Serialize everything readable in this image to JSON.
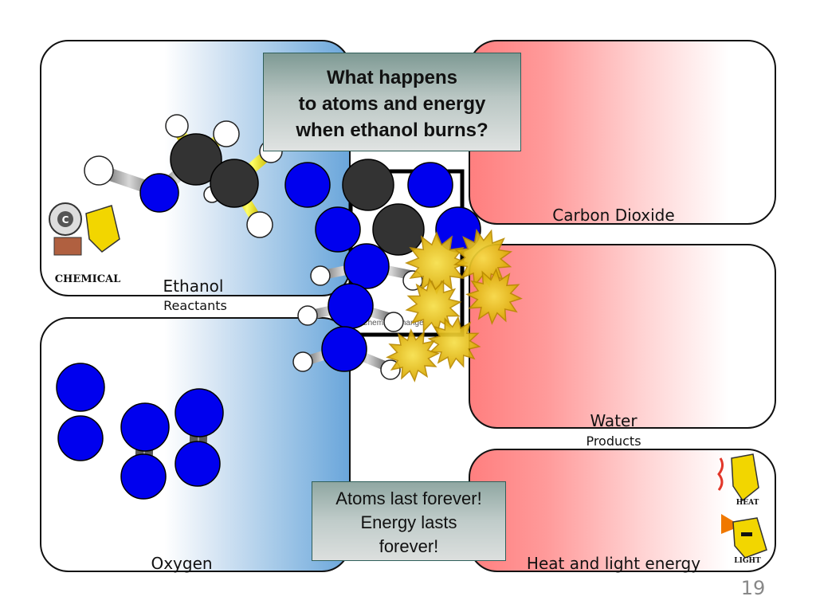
{
  "title": "What happens to atoms and energy when ethanol burns?",
  "title_lines": [
    "What happens",
    "to atoms and energy",
    "when ethanol burns?"
  ],
  "panels": {
    "ethanol": {
      "label": "Ethanol"
    },
    "oxygen": {
      "label": "Oxygen"
    },
    "carbon_dioxide": {
      "label": "Carbon Dioxide"
    },
    "water": {
      "label": "Water"
    },
    "energy": {
      "label": "Heat and light energy"
    }
  },
  "group_labels": {
    "reactants": "Reactants",
    "products": "Products"
  },
  "conservation_lines": [
    "Atoms last forever!",
    "Energy lasts",
    "forever!"
  ],
  "center_box_text": "Chemical change",
  "badges": {
    "chemical": "CHEMICAL",
    "heat": "HEAT",
    "light": "LIGHT"
  },
  "page_number": "19",
  "colors": {
    "oxygen_atom": "#0000ee",
    "carbon_atom": "#333333",
    "hydrogen_atom": "#ffffff",
    "bond_gray": "#8a8a8a",
    "bond_yellow": "#f2e600",
    "burst_yellow": "#e8c515",
    "reactant_blue": "#6aa6db",
    "product_red": "#ff7f7f"
  }
}
